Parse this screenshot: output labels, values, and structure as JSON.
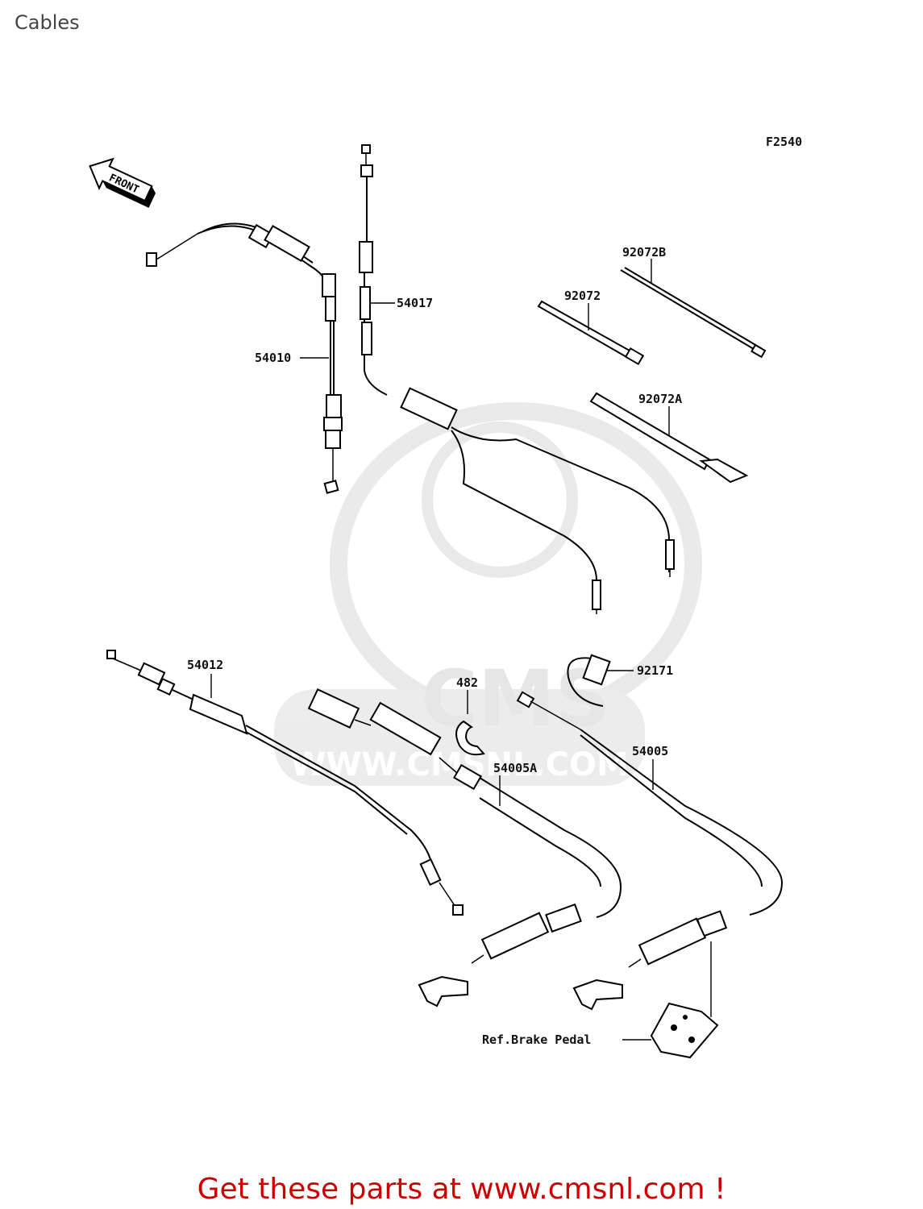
{
  "header": {
    "title": "Cables"
  },
  "diagram": {
    "figure_code": "F2540",
    "front_arrow_text": "FRONT",
    "watermark_text": "WWW.CMSNL.COM",
    "watermark_logo_text": "CMS",
    "parts": [
      {
        "id": "54010",
        "label": "54010"
      },
      {
        "id": "54017",
        "label": "54017"
      },
      {
        "id": "92072B",
        "label": "92072B"
      },
      {
        "id": "92072",
        "label": "92072"
      },
      {
        "id": "92072A",
        "label": "92072A"
      },
      {
        "id": "54012",
        "label": "54012"
      },
      {
        "id": "482",
        "label": "482"
      },
      {
        "id": "92171",
        "label": "92171"
      },
      {
        "id": "54005A",
        "label": "54005A"
      },
      {
        "id": "54005",
        "label": "54005"
      }
    ],
    "reference_label": "Ref.Brake Pedal"
  },
  "footer": {
    "link_text": "Get these parts at www.cmsnl.com !",
    "link_color": "#cc0000"
  }
}
